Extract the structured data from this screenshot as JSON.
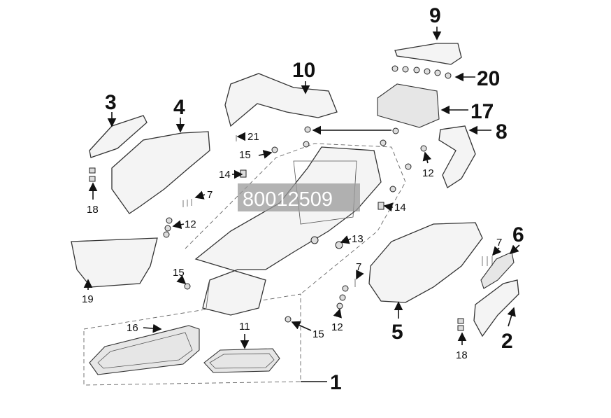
{
  "watermark": "80012509",
  "callouts": {
    "c1": "1",
    "c2": "2",
    "c3": "3",
    "c4": "4",
    "c5": "5",
    "c6": "6",
    "c7a": "7",
    "c7b": "7",
    "c7c": "7",
    "c8": "8",
    "c9": "9",
    "c10": "10",
    "c11": "11",
    "c12a": "12",
    "c12b": "12",
    "c12c": "12",
    "c13": "13",
    "c14a": "14",
    "c14b": "14",
    "c15a": "15",
    "c15b": "15",
    "c15c": "15",
    "c16": "16",
    "c17": "17",
    "c18a": "18",
    "c18b": "18",
    "c19": "19",
    "c20": "20",
    "c21": "21"
  }
}
